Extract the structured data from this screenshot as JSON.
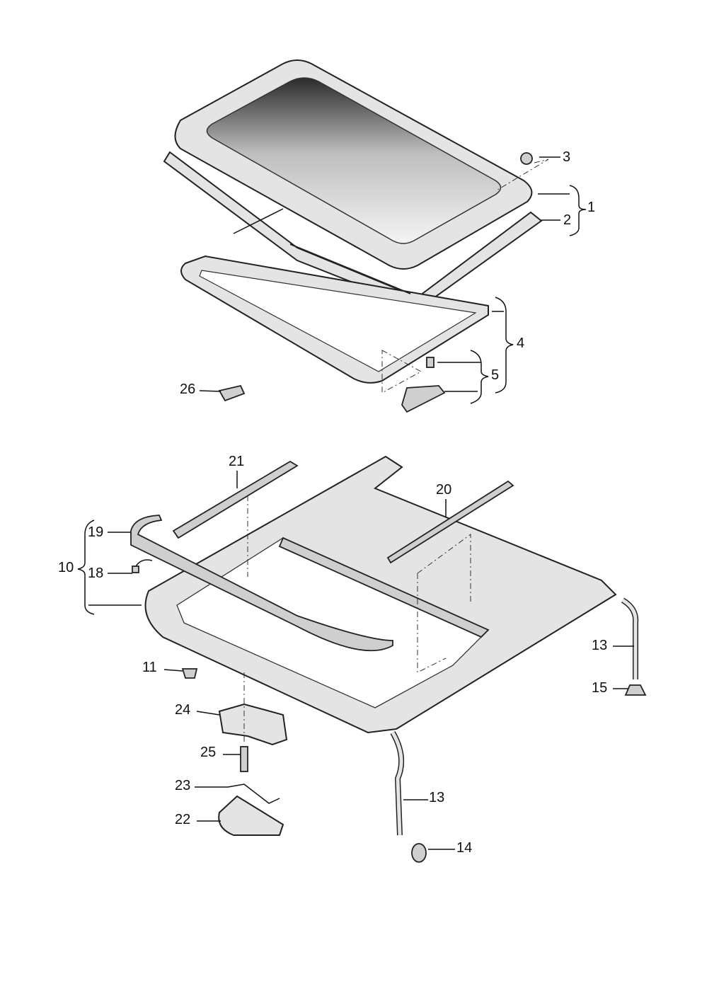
{
  "diagram": {
    "title": "Sliding sunroof assembly exploded view",
    "labels": [
      {
        "id": "l3",
        "text": "3"
      },
      {
        "id": "l1",
        "text": "1"
      },
      {
        "id": "l2",
        "text": "2"
      },
      {
        "id": "l4",
        "text": "4"
      },
      {
        "id": "l5",
        "text": "5"
      },
      {
        "id": "l26",
        "text": "26"
      },
      {
        "id": "l21",
        "text": "21"
      },
      {
        "id": "l20",
        "text": "20"
      },
      {
        "id": "l19",
        "text": "19"
      },
      {
        "id": "l10",
        "text": "10"
      },
      {
        "id": "l18",
        "text": "18"
      },
      {
        "id": "l11",
        "text": "11"
      },
      {
        "id": "l13a",
        "text": "13"
      },
      {
        "id": "l15",
        "text": "15"
      },
      {
        "id": "l24",
        "text": "24"
      },
      {
        "id": "l25",
        "text": "25"
      },
      {
        "id": "l23",
        "text": "23"
      },
      {
        "id": "l22",
        "text": "22"
      },
      {
        "id": "l13b",
        "text": "13"
      },
      {
        "id": "l14",
        "text": "14"
      }
    ]
  }
}
